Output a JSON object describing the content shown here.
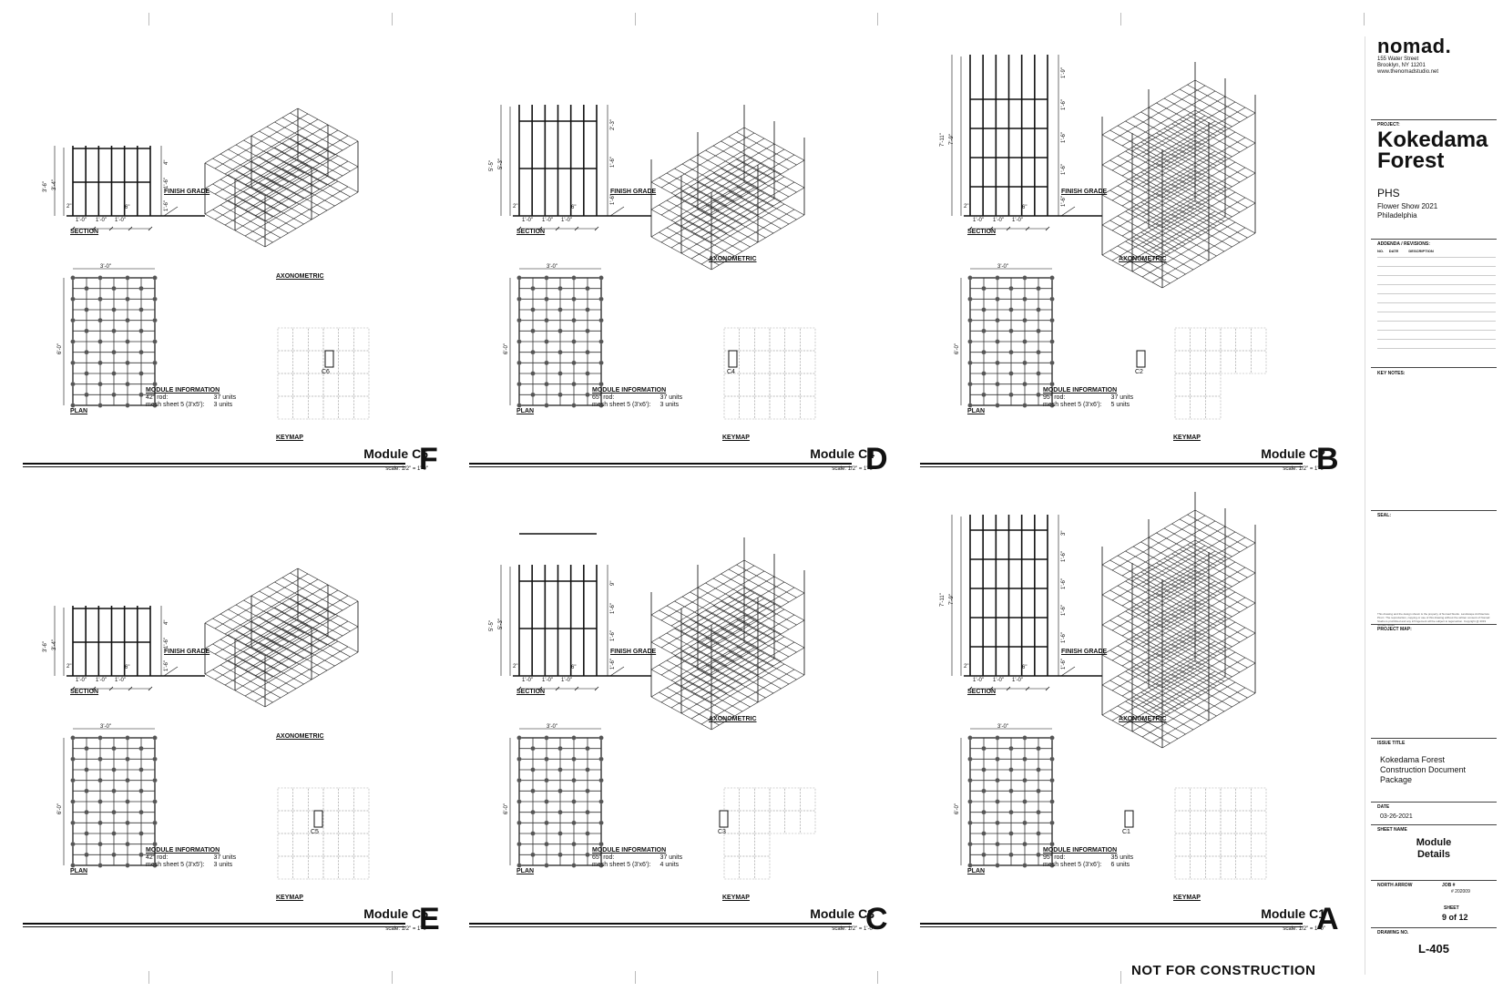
{
  "labels": {
    "section": "SECTION",
    "plan": "PLAN",
    "axonometric": "AXONOMETRIC",
    "keymap": "KEYMAP",
    "finish_grade": "FINISH GRADE",
    "module_information": "MODULE INFORMATION",
    "scale": "scale: 1/2\" = 1'-0\""
  },
  "dims": {
    "one_foot": "1'-0\"",
    "six_in": "6\"",
    "two_in": "2\"",
    "plan_width": "3'-0\"",
    "plan_length": "6'-0\""
  },
  "modules": [
    {
      "name": "Module C6",
      "letter": "F",
      "key": "C6",
      "rod": "42\" rod:",
      "rod_units": "37 units",
      "mesh": "mesh sheet 5 (3'x5'):",
      "mesh_units": "3 units",
      "h_outer": "3'-6\"",
      "h_inner": "3'-4\"",
      "segs": [
        "4\"",
        "1'-6\"",
        "1'-6\""
      ]
    },
    {
      "name": "Module C4",
      "letter": "D",
      "key": "C4",
      "rod": "65\" rod:",
      "rod_units": "37 units",
      "mesh": "mesh sheet 5 (3'x6'):",
      "mesh_units": "3 units",
      "h_outer": "5'-5\"",
      "h_inner": "5'-3\"",
      "segs": [
        "2'-3\"",
        "1'-6\"",
        "1'-6\""
      ]
    },
    {
      "name": "Module C2",
      "letter": "B",
      "key": "C2",
      "rod": "95\" rod:",
      "rod_units": "37 units",
      "mesh": "mesh sheet 5 (3'x6'):",
      "mesh_units": "5 units",
      "h_outer": "7'-11\"",
      "h_inner": "7'-9\"",
      "segs": [
        "1'-9\"",
        "1'-6\"",
        "1'-6\"",
        "1'-6\"",
        "1'-6\""
      ]
    },
    {
      "name": "Module C5",
      "letter": "E",
      "key": "C5",
      "rod": "42\" rod:",
      "rod_units": "37 units",
      "mesh": "mesh sheet 5 (3'x5'):",
      "mesh_units": "3 units",
      "h_outer": "3'-6\"",
      "h_inner": "3'-4\"",
      "segs": [
        "4\"",
        "1'-6\"",
        "1'-6\""
      ]
    },
    {
      "name": "Module C3",
      "letter": "C",
      "key": "C3",
      "rod": "65\" rod:",
      "rod_units": "37 units",
      "mesh": "mesh sheet 5 (3'x6'):",
      "mesh_units": "4 units",
      "h_outer": "5'-5\"",
      "h_inner": "5'-3\"",
      "segs": [
        "9\"",
        "1'-6\"",
        "1'-6\"",
        "1'-6\""
      ]
    },
    {
      "name": "Module C1",
      "letter": "A",
      "key": "C1",
      "rod": "95\" rod:",
      "rod_units": "35 units",
      "mesh": "mesh sheet 5 (3'x6'):",
      "mesh_units": "6 units",
      "h_outer": "7'-11\"",
      "h_inner": "7'-9\"",
      "segs": [
        "3\"",
        "1'-6\"",
        "1'-6\"",
        "1'-6\"",
        "1'-6\"",
        "1'-6\""
      ]
    }
  ],
  "title_block": {
    "firm": "nomad.",
    "address": [
      "155 Water Street",
      "Brooklyn, NY 11201",
      "www.thenomadstudio.net"
    ],
    "project_label": "PROJECT:",
    "project_line1": "Kokedama",
    "project_line2": "Forest",
    "client": "PHS",
    "event_line1": "Flower Show 2021",
    "event_line2": "Philadelphia",
    "addenda_label": "ADDENDA / REVISIONS:",
    "rev_no": "NO.",
    "rev_date": "DATE",
    "rev_desc": "DESCRIPTION",
    "key_notes": "KEY NOTES:",
    "seal": "SEAL:",
    "copyright": "This drawing and the design shown is the property of Nomad Studio. Landscape Architecture PLLC. The reproduction, copying or use of this drawing without the written consent of Nomad Studio is prohibited and any infringement will be subject to legal action. Copyright @ 2019 Nomad Studio",
    "project_map": "PROJECT MAP:",
    "issue_title_label": "ISSUE TITLE",
    "issue_line1": "Kokedama Forest",
    "issue_line2": "Construction Document",
    "issue_line3": "Package",
    "date_label": "DATE",
    "date": "03-26-2021",
    "sheet_name_label": "SHEET NAME",
    "sheet_name_line1": "Module",
    "sheet_name_line2": "Details",
    "north_arrow": "NORTH ARROW",
    "job_label": "JOB #",
    "job": "# 202009",
    "sheet_label": "SHEET",
    "sheet": "9 of 12",
    "drawing_no_label": "DRAWING NO.",
    "drawing_no": "L-405"
  },
  "footer": "NOT FOR CONSTRUCTION"
}
